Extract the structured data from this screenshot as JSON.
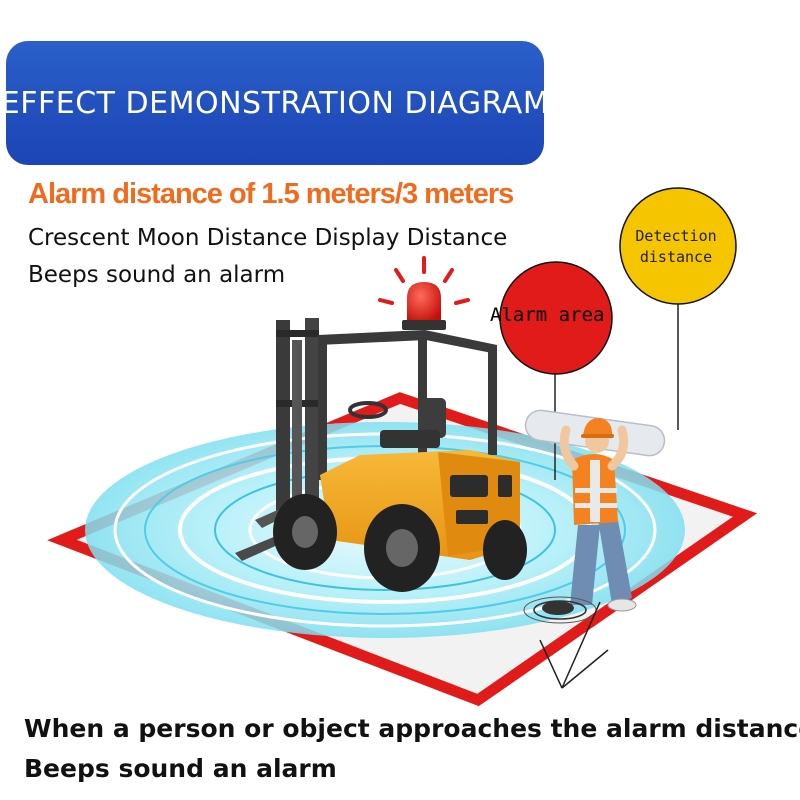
{
  "banner": {
    "title": "EFFECT DEMONSTRATION DIAGRAM"
  },
  "heading": {
    "alarm_distance": "Alarm distance of 1.5 meters/3 meters"
  },
  "subtitle": {
    "line1": "Crescent Moon Distance Display Distance",
    "line2": "Beeps sound an alarm"
  },
  "labels": {
    "alarm_area": "Alarm area",
    "detection_line1": "Detection",
    "detection_line2": "distance"
  },
  "footer": {
    "line1": "When a person or object approaches the alarm distance",
    "line2": "Beeps sound an alarm"
  },
  "colors": {
    "banner_blue": "#1f4cbc",
    "heading_orange": "#f26b1d",
    "alarm_red": "#e11a1a",
    "detection_yellow": "#f5c500",
    "forklift_yellow": "#f2a51c",
    "zone_cyan": "#7fdff0"
  },
  "icons": [
    "warning-beacon-icon",
    "forklift-icon",
    "worker-icon"
  ]
}
